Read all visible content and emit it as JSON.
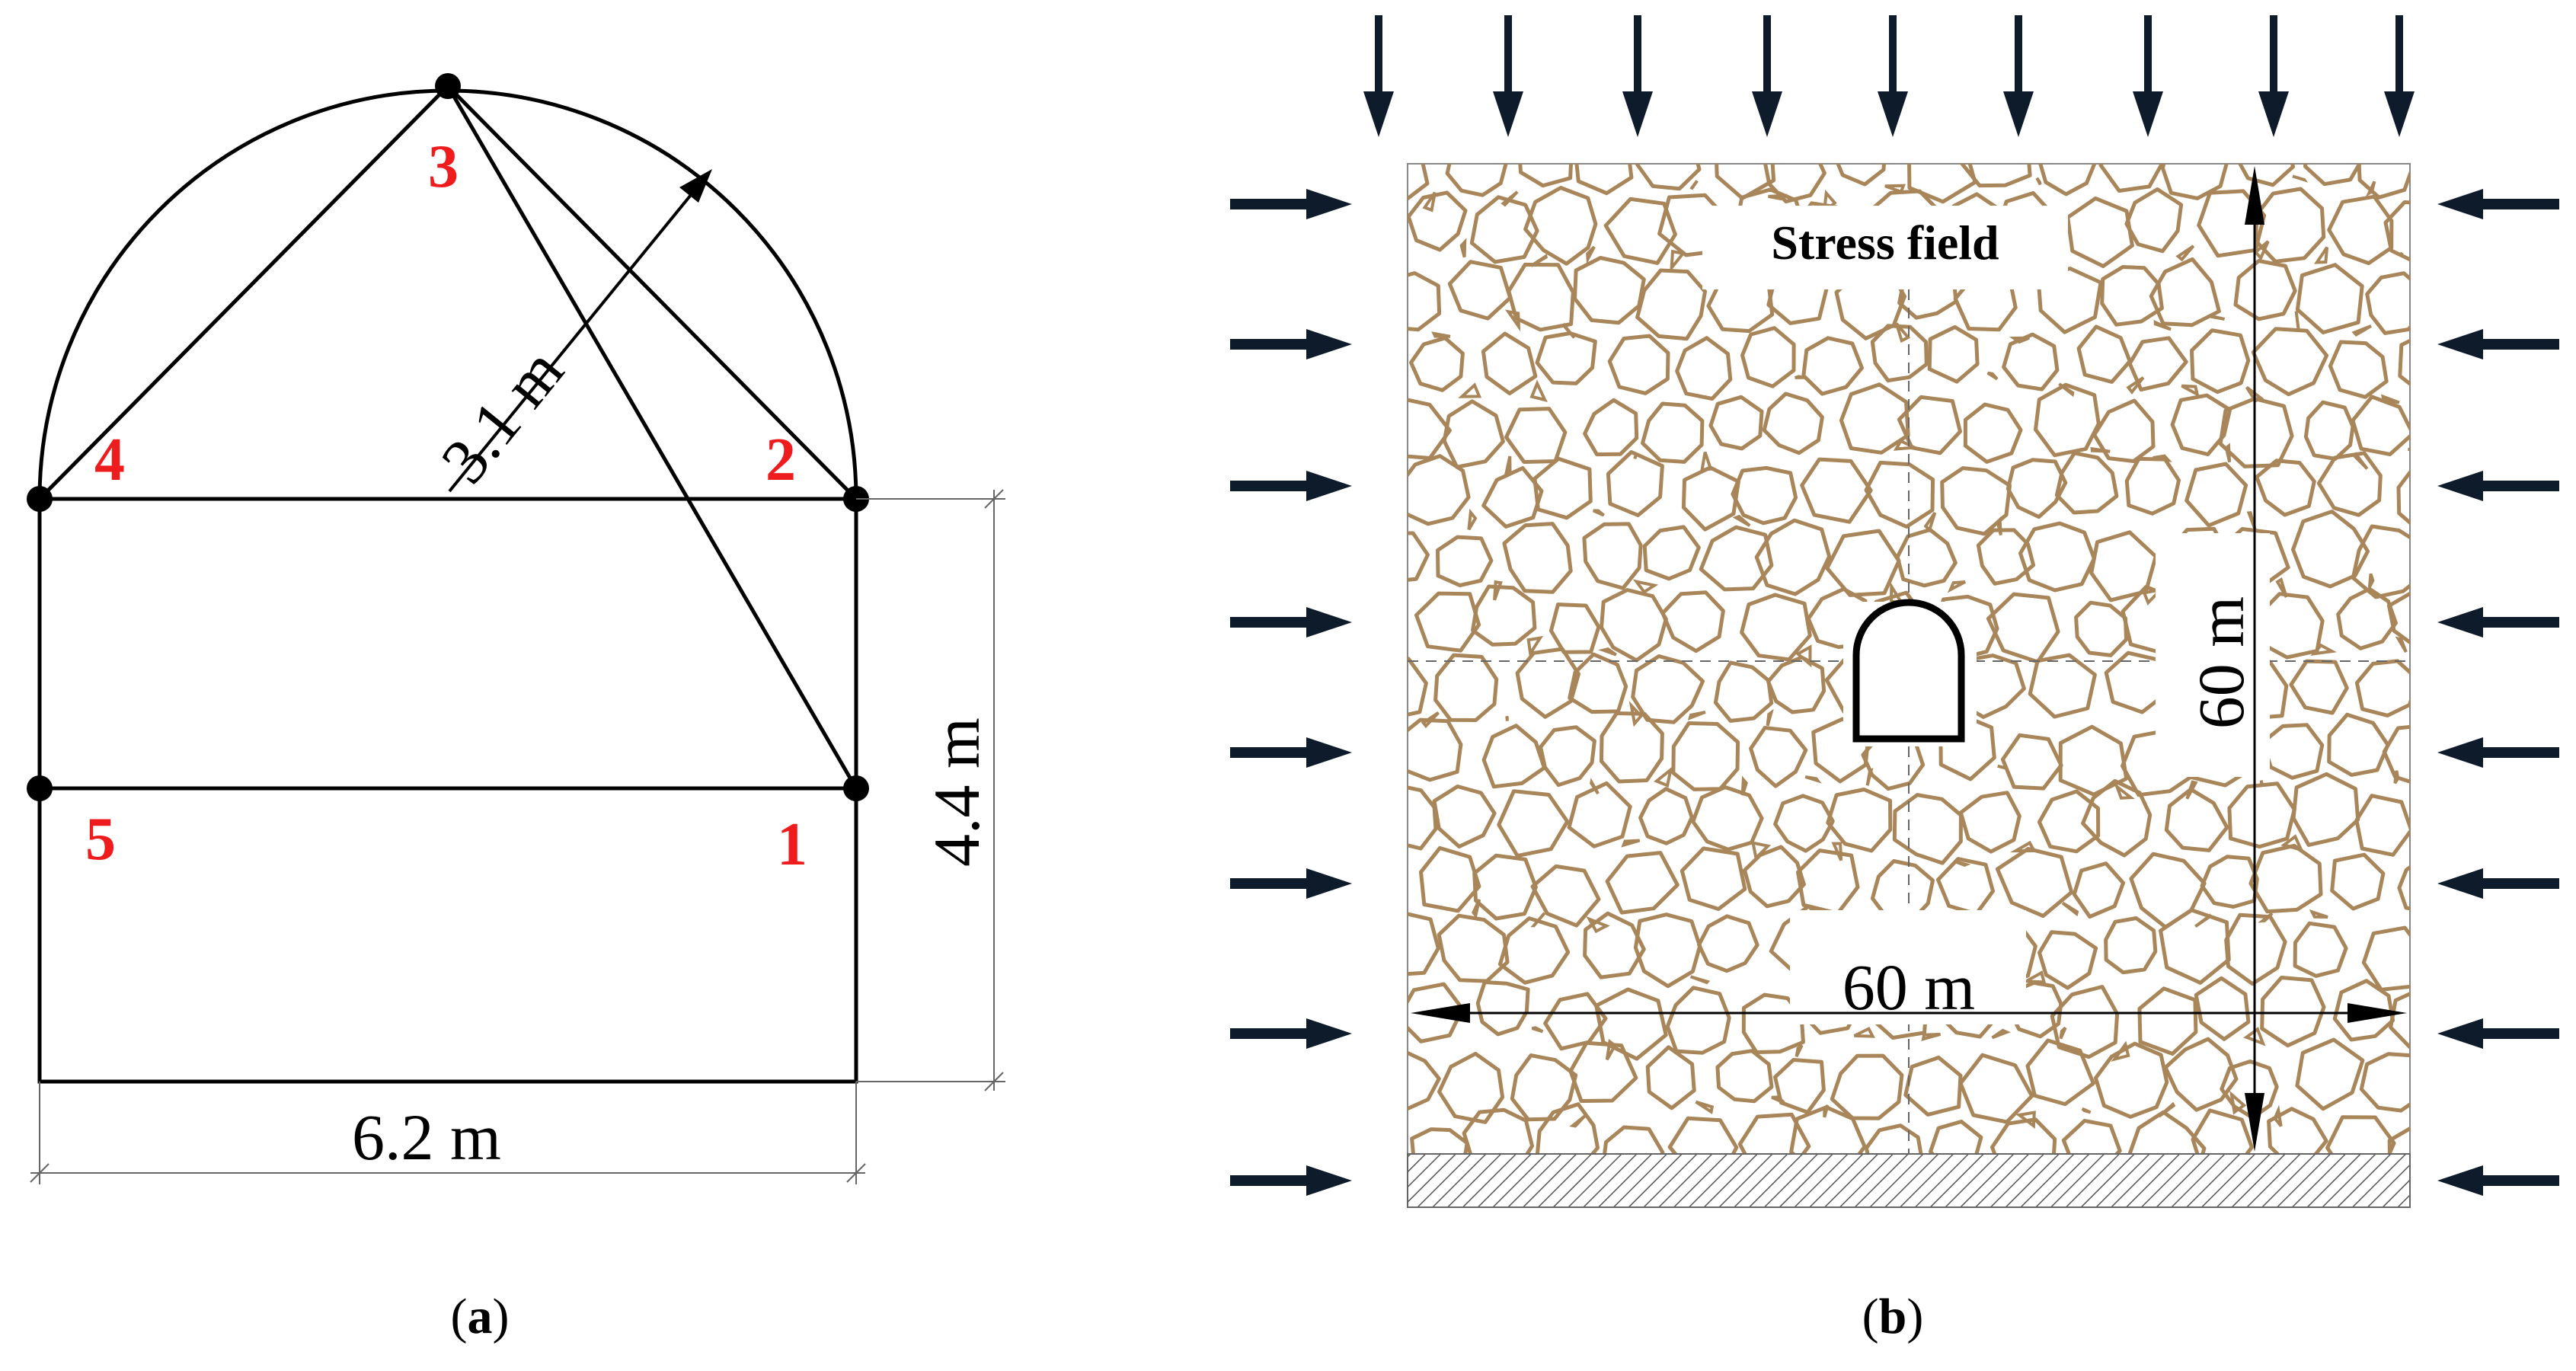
{
  "panel_a": {
    "caption_open": "(",
    "caption_letter": "a",
    "caption_close": ")",
    "radius_label": "3.1 m",
    "width_label": "6.2 m",
    "height_label": "4.4 m",
    "label_color": "#ee1c1c",
    "points": [
      {
        "id": "1",
        "label": "1"
      },
      {
        "id": "2",
        "label": "2"
      },
      {
        "id": "3",
        "label": "3"
      },
      {
        "id": "4",
        "label": "4"
      },
      {
        "id": "5",
        "label": "5"
      }
    ]
  },
  "panel_b": {
    "caption_open": "(",
    "caption_letter": "b",
    "caption_close": ")",
    "title": "Stress field",
    "width_label": "60 m",
    "height_label": "60 m",
    "rock_color": "#a8865a",
    "arrow_color": "#0d1b2a"
  }
}
